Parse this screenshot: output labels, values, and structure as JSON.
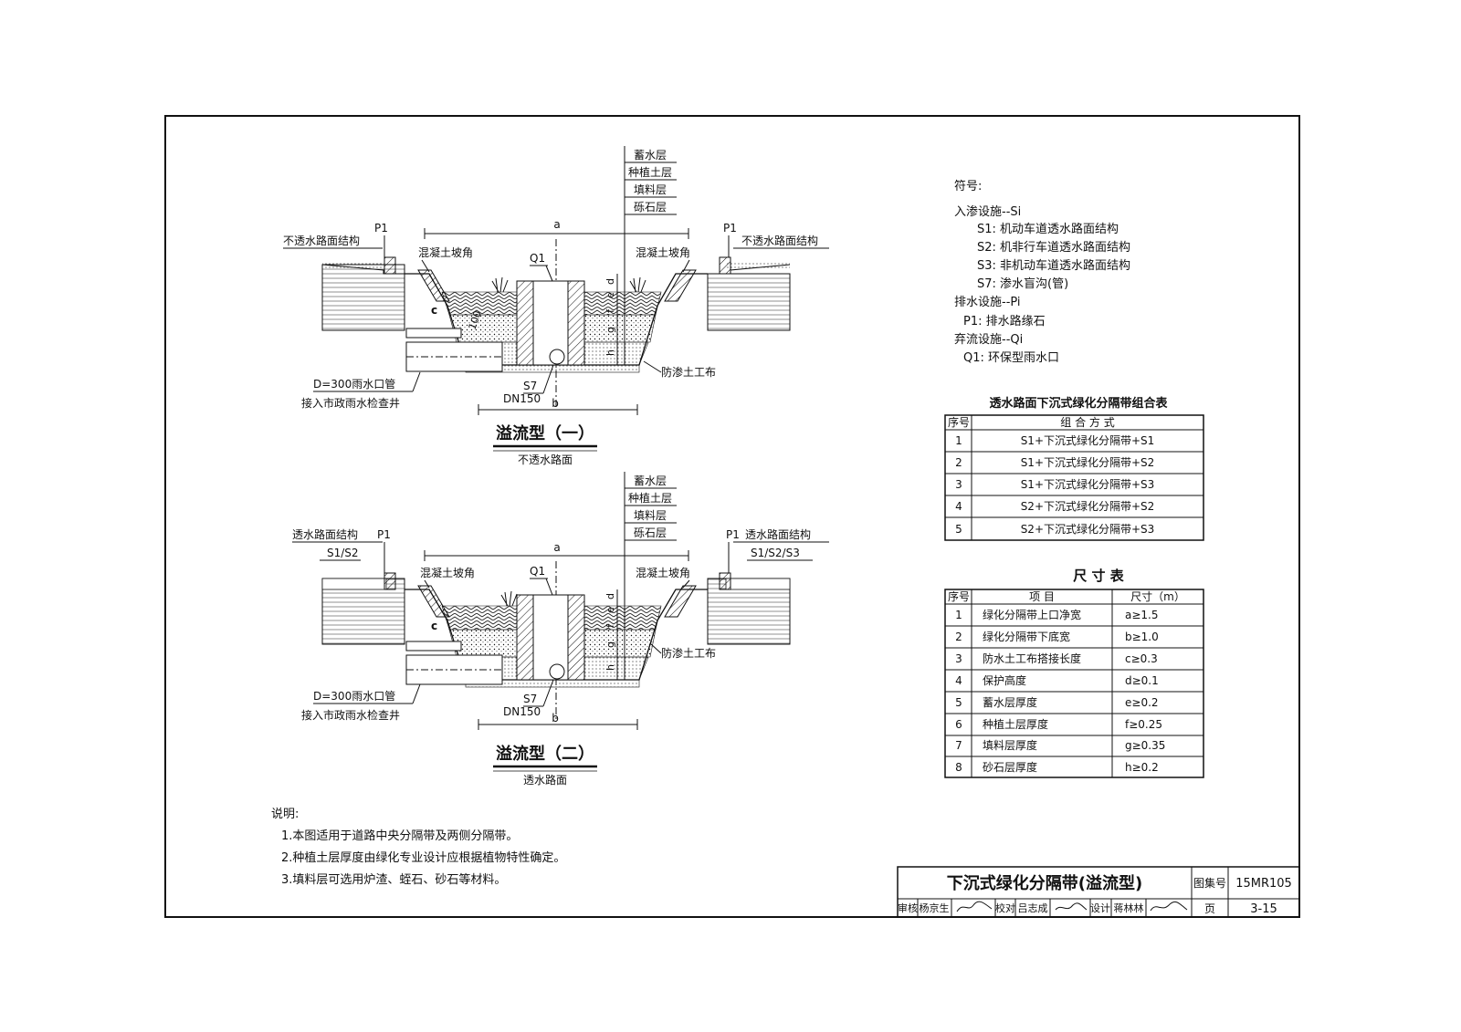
{
  "drawing": {
    "title": "下沉式绿化分隔带(溢流型)",
    "atlas_label": "图集号",
    "atlas_no": "15MR105",
    "page_label": "页",
    "page_no": "3-15",
    "sign": {
      "review_label": "审核",
      "reviewer": "杨京生",
      "check_label": "校对",
      "checker": "吕志成",
      "design_label": "设计",
      "designer": "蒋林林"
    }
  },
  "section1": {
    "caption": "溢流型（一）",
    "subcaption": "不透水路面",
    "layers": [
      "蓄水层",
      "种植土层",
      "填料层",
      "砾石层"
    ],
    "left_label": "不透水路面结构",
    "right_label": "不透水路面结构",
    "p1": "P1",
    "q1": "Q1",
    "slope_label": "混凝土坡角",
    "dim_a": "a",
    "dim_b": "b",
    "dim_c": "c",
    "dim_letters": [
      "d",
      "e",
      "f",
      "g",
      "h"
    ],
    "dim_100": "100",
    "fabric": "防渗土工布",
    "pipe": "D=300雨水口管",
    "pipe2": "接入市政雨水检查井",
    "s7": "S7",
    "dn": "DN150"
  },
  "section2": {
    "caption": "溢流型（二）",
    "subcaption": "透水路面",
    "layers": [
      "蓄水层",
      "种植土层",
      "填料层",
      "砾石层"
    ],
    "left_label": "透水路面结构",
    "left_sub": "S1/S2",
    "right_label": "透水路面结构",
    "right_sub": "S1/S2/S3",
    "p1": "P1",
    "q1": "Q1",
    "slope_label": "混凝土坡角",
    "dim_a": "a",
    "dim_b": "b",
    "dim_c": "c",
    "dim_letters": [
      "d",
      "e",
      "f",
      "g",
      "h"
    ],
    "fabric": "防渗土工布",
    "pipe": "D=300雨水口管",
    "pipe2": "接入市政雨水检查井",
    "s7": "S7",
    "dn": "DN150"
  },
  "symbols": {
    "heading": "符号:",
    "lines": [
      "入渗设施--Si",
      "S1: 机动车道透水路面结构",
      "S2: 机非行车道透水路面结构",
      "S3: 非机动车道透水路面结构",
      "S7: 渗水盲沟(管)",
      "排水设施--Pi",
      "P1: 排水路缘石",
      "弃流设施--Qi",
      "Q1: 环保型雨水口"
    ]
  },
  "combo_table": {
    "title": "透水路面下沉式绿化分隔带组合表",
    "headers": [
      "序号",
      "组 合 方 式"
    ],
    "rows": [
      [
        "1",
        "S1+下沉式绿化分隔带+S1"
      ],
      [
        "2",
        "S1+下沉式绿化分隔带+S2"
      ],
      [
        "3",
        "S1+下沉式绿化分隔带+S3"
      ],
      [
        "4",
        "S2+下沉式绿化分隔带+S2"
      ],
      [
        "5",
        "S2+下沉式绿化分隔带+S3"
      ]
    ]
  },
  "size_table": {
    "title": "尺 寸 表",
    "headers": [
      "序号",
      "项 目",
      "尺寸（m）"
    ],
    "rows": [
      [
        "1",
        "绿化分隔带上口净宽",
        "a≥1.5"
      ],
      [
        "2",
        "绿化分隔带下底宽",
        "b≥1.0"
      ],
      [
        "3",
        "防水土工布搭接长度",
        "c≥0.3"
      ],
      [
        "4",
        "保护高度",
        "d≥0.1"
      ],
      [
        "5",
        "蓄水层厚度",
        "e≥0.2"
      ],
      [
        "6",
        "种植土层厚度",
        "f≥0.25"
      ],
      [
        "7",
        "填料层厚度",
        "g≥0.35"
      ],
      [
        "8",
        "砂石层厚度",
        "h≥0.2"
      ]
    ]
  },
  "notes": {
    "heading": "说明:",
    "items": [
      "1.本图适用于道路中央分隔带及两侧分隔带。",
      "2.种植土层厚度由绿化专业设计应根据植物特性确定。",
      "3.填料层可选用炉渣、蛭石、砂石等材料。"
    ]
  }
}
